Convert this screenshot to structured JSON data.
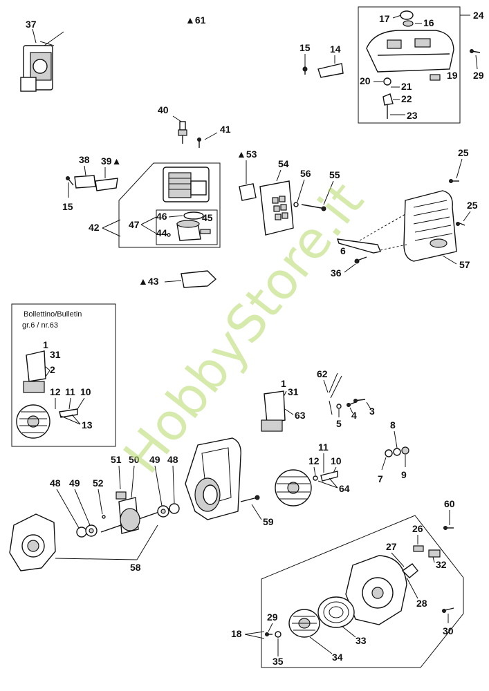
{
  "watermark": "HobbyStore.it",
  "bulletin": {
    "line1": "Bollettino/Bulletin",
    "line2": "gr.6   /   nr.63"
  },
  "labels": {
    "l37": "37",
    "l61": "▲61",
    "l24": "24",
    "l17": "17",
    "l16": "16",
    "l15a": "15",
    "l14": "14",
    "l29a": "29",
    "l20": "20",
    "l21": "21",
    "l19": "19",
    "l22": "22",
    "l23": "23",
    "l40": "40",
    "l41": "41",
    "l38": "38",
    "l39": "39▲",
    "l15b": "15",
    "l53": "▲53",
    "l54": "54",
    "l56": "56",
    "l55": "55",
    "l25a": "25",
    "l25b": "25",
    "l42": "42",
    "l46": "46",
    "l47": "47",
    "l45": "45",
    "l44": "44",
    "l6": "6",
    "l36": "36",
    "l57": "57",
    "l43": "▲43",
    "lb1": "1",
    "lb31": "31",
    "lb2": "2",
    "lb12": "12",
    "lb11": "11",
    "lb10": "10",
    "lb13": "13",
    "l62": "62",
    "l1": "1",
    "l31": "31",
    "l63": "63",
    "l5": "5",
    "l4": "4",
    "l3": "3",
    "l8": "8",
    "l7": "7",
    "l9": "9",
    "l51": "51",
    "l50": "50",
    "l49a": "49",
    "l48a": "48",
    "l48b": "48",
    "l49b": "49",
    "l52": "52",
    "l11": "11",
    "l12": "12",
    "l10": "10",
    "l64": "64",
    "l59": "59",
    "l58": "58",
    "l60": "60",
    "l26": "26",
    "l27": "27",
    "l32": "32",
    "l28": "28",
    "l29b": "29",
    "l18": "18",
    "l35": "35",
    "l34": "34",
    "l33": "33",
    "l30": "30"
  }
}
